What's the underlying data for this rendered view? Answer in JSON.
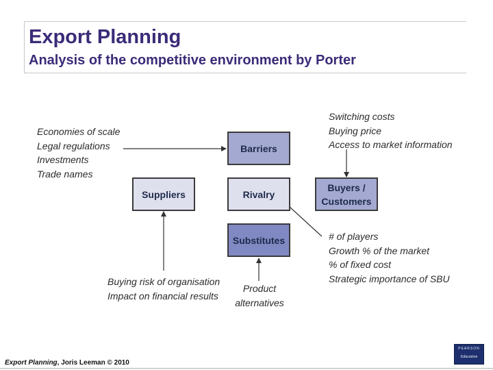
{
  "header": {
    "title": "Export Planning",
    "subtitle": "Analysis of the competitive environment by Porter"
  },
  "diagram": {
    "boxes": {
      "barriers": "Barriers",
      "suppliers": "Suppliers",
      "rivalry": "Rivalry",
      "buyers_line1": "Buyers /",
      "buyers_line2": "Customers",
      "substitutes": "Substitutes"
    },
    "barriers_factors": [
      "Economies of scale",
      "Legal regulations",
      "Investments",
      "Trade names"
    ],
    "buyers_factors": [
      "Switching costs",
      "Buying price",
      "Access to market information"
    ],
    "rivalry_factors": [
      "# of players",
      "Growth % of the market",
      "% of fixed cost",
      "Strategic importance of SBU"
    ],
    "suppliers_factors": [
      "Buying risk of organisation",
      "Impact on financial results"
    ],
    "substitutes_factors": [
      "Product",
      "alternatives"
    ]
  },
  "footer": {
    "title": "Export Planning",
    "rest": ", Joris Leeman © 2010"
  },
  "logo": {
    "top": "PEARSON",
    "bottom": "Education"
  },
  "colors": {
    "title": "#3b2b78",
    "box_light": "#dfe0ee",
    "box_mid": "#a3a9d1",
    "box_dark": "#8189c3"
  }
}
